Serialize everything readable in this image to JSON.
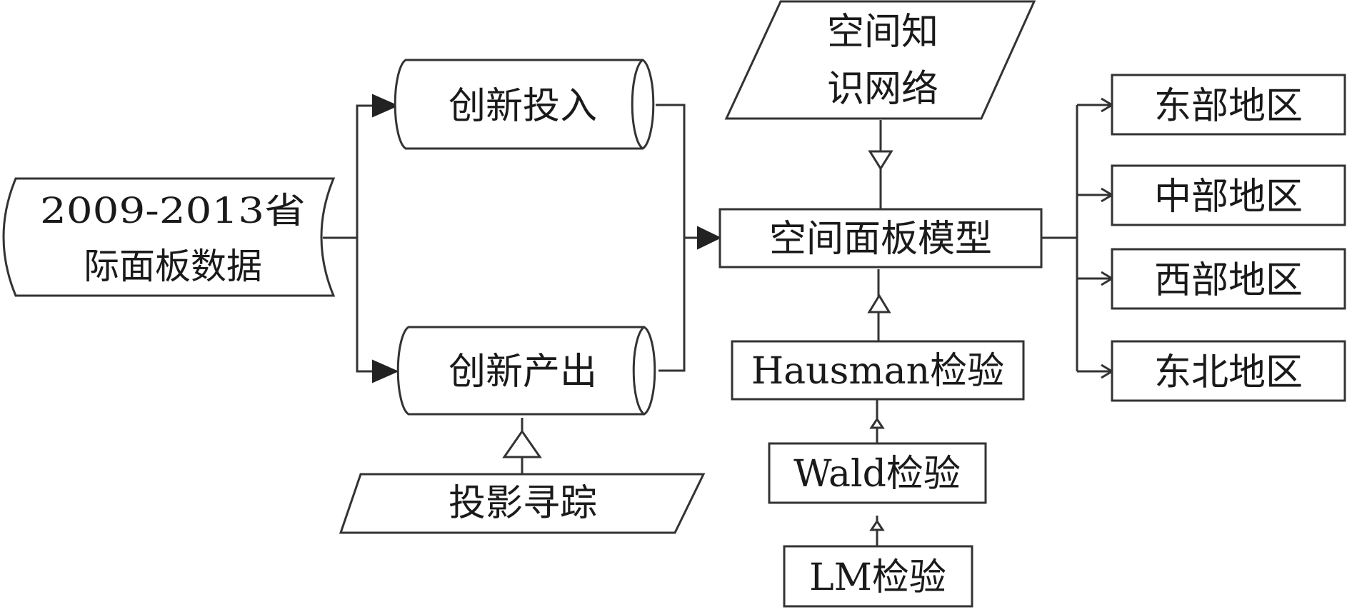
{
  "nodes": {
    "panel_data": {
      "line1": "2009-2013省",
      "line2": "际面板数据"
    },
    "innovation_input": {
      "label": "创新投入"
    },
    "innovation_output": {
      "label": "创新产出"
    },
    "projection_pursuit": {
      "label": "投影寻踪"
    },
    "spatial_knowledge_network": {
      "line1": "空间知",
      "line2": "识网络"
    },
    "spatial_panel_model": {
      "label": "空间面板模型"
    },
    "hausman_test": {
      "label": "Hausman检验"
    },
    "wald_test": {
      "label": "Wald检验"
    },
    "lm_test": {
      "label": "LM检验"
    },
    "eastern_region": {
      "label": "东部地区"
    },
    "central_region": {
      "label": "中部地区"
    },
    "western_region": {
      "label": "西部地区"
    },
    "northeast_region": {
      "label": "东北地区"
    }
  },
  "colors": {
    "stroke": "#333333",
    "fill": "#ffffff",
    "text": "#1a1a1a"
  }
}
